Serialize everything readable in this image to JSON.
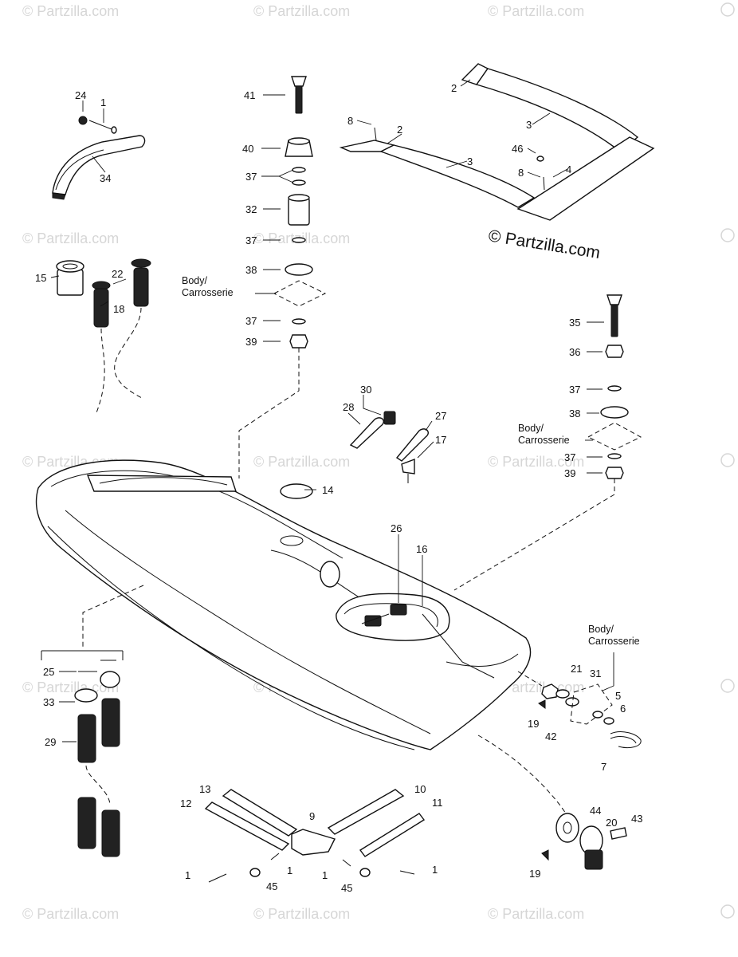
{
  "watermark": {
    "text": "© Partzilla.com",
    "main_text": "© Partzilla.com"
  },
  "body_label": {
    "line1": "Body/",
    "line2": "Carrosserie"
  },
  "callouts": [
    "1",
    "2",
    "3",
    "4",
    "5",
    "6",
    "7",
    "8",
    "9",
    "10",
    "11",
    "12",
    "13",
    "14",
    "15",
    "16",
    "17",
    "18",
    "19",
    "20",
    "21",
    "22",
    "24",
    "25",
    "26",
    "27",
    "28",
    "29",
    "30",
    "31",
    "32",
    "33",
    "34",
    "35",
    "36",
    "37",
    "38",
    "39",
    "40",
    "41",
    "42",
    "43",
    "44",
    "45",
    "46"
  ]
}
